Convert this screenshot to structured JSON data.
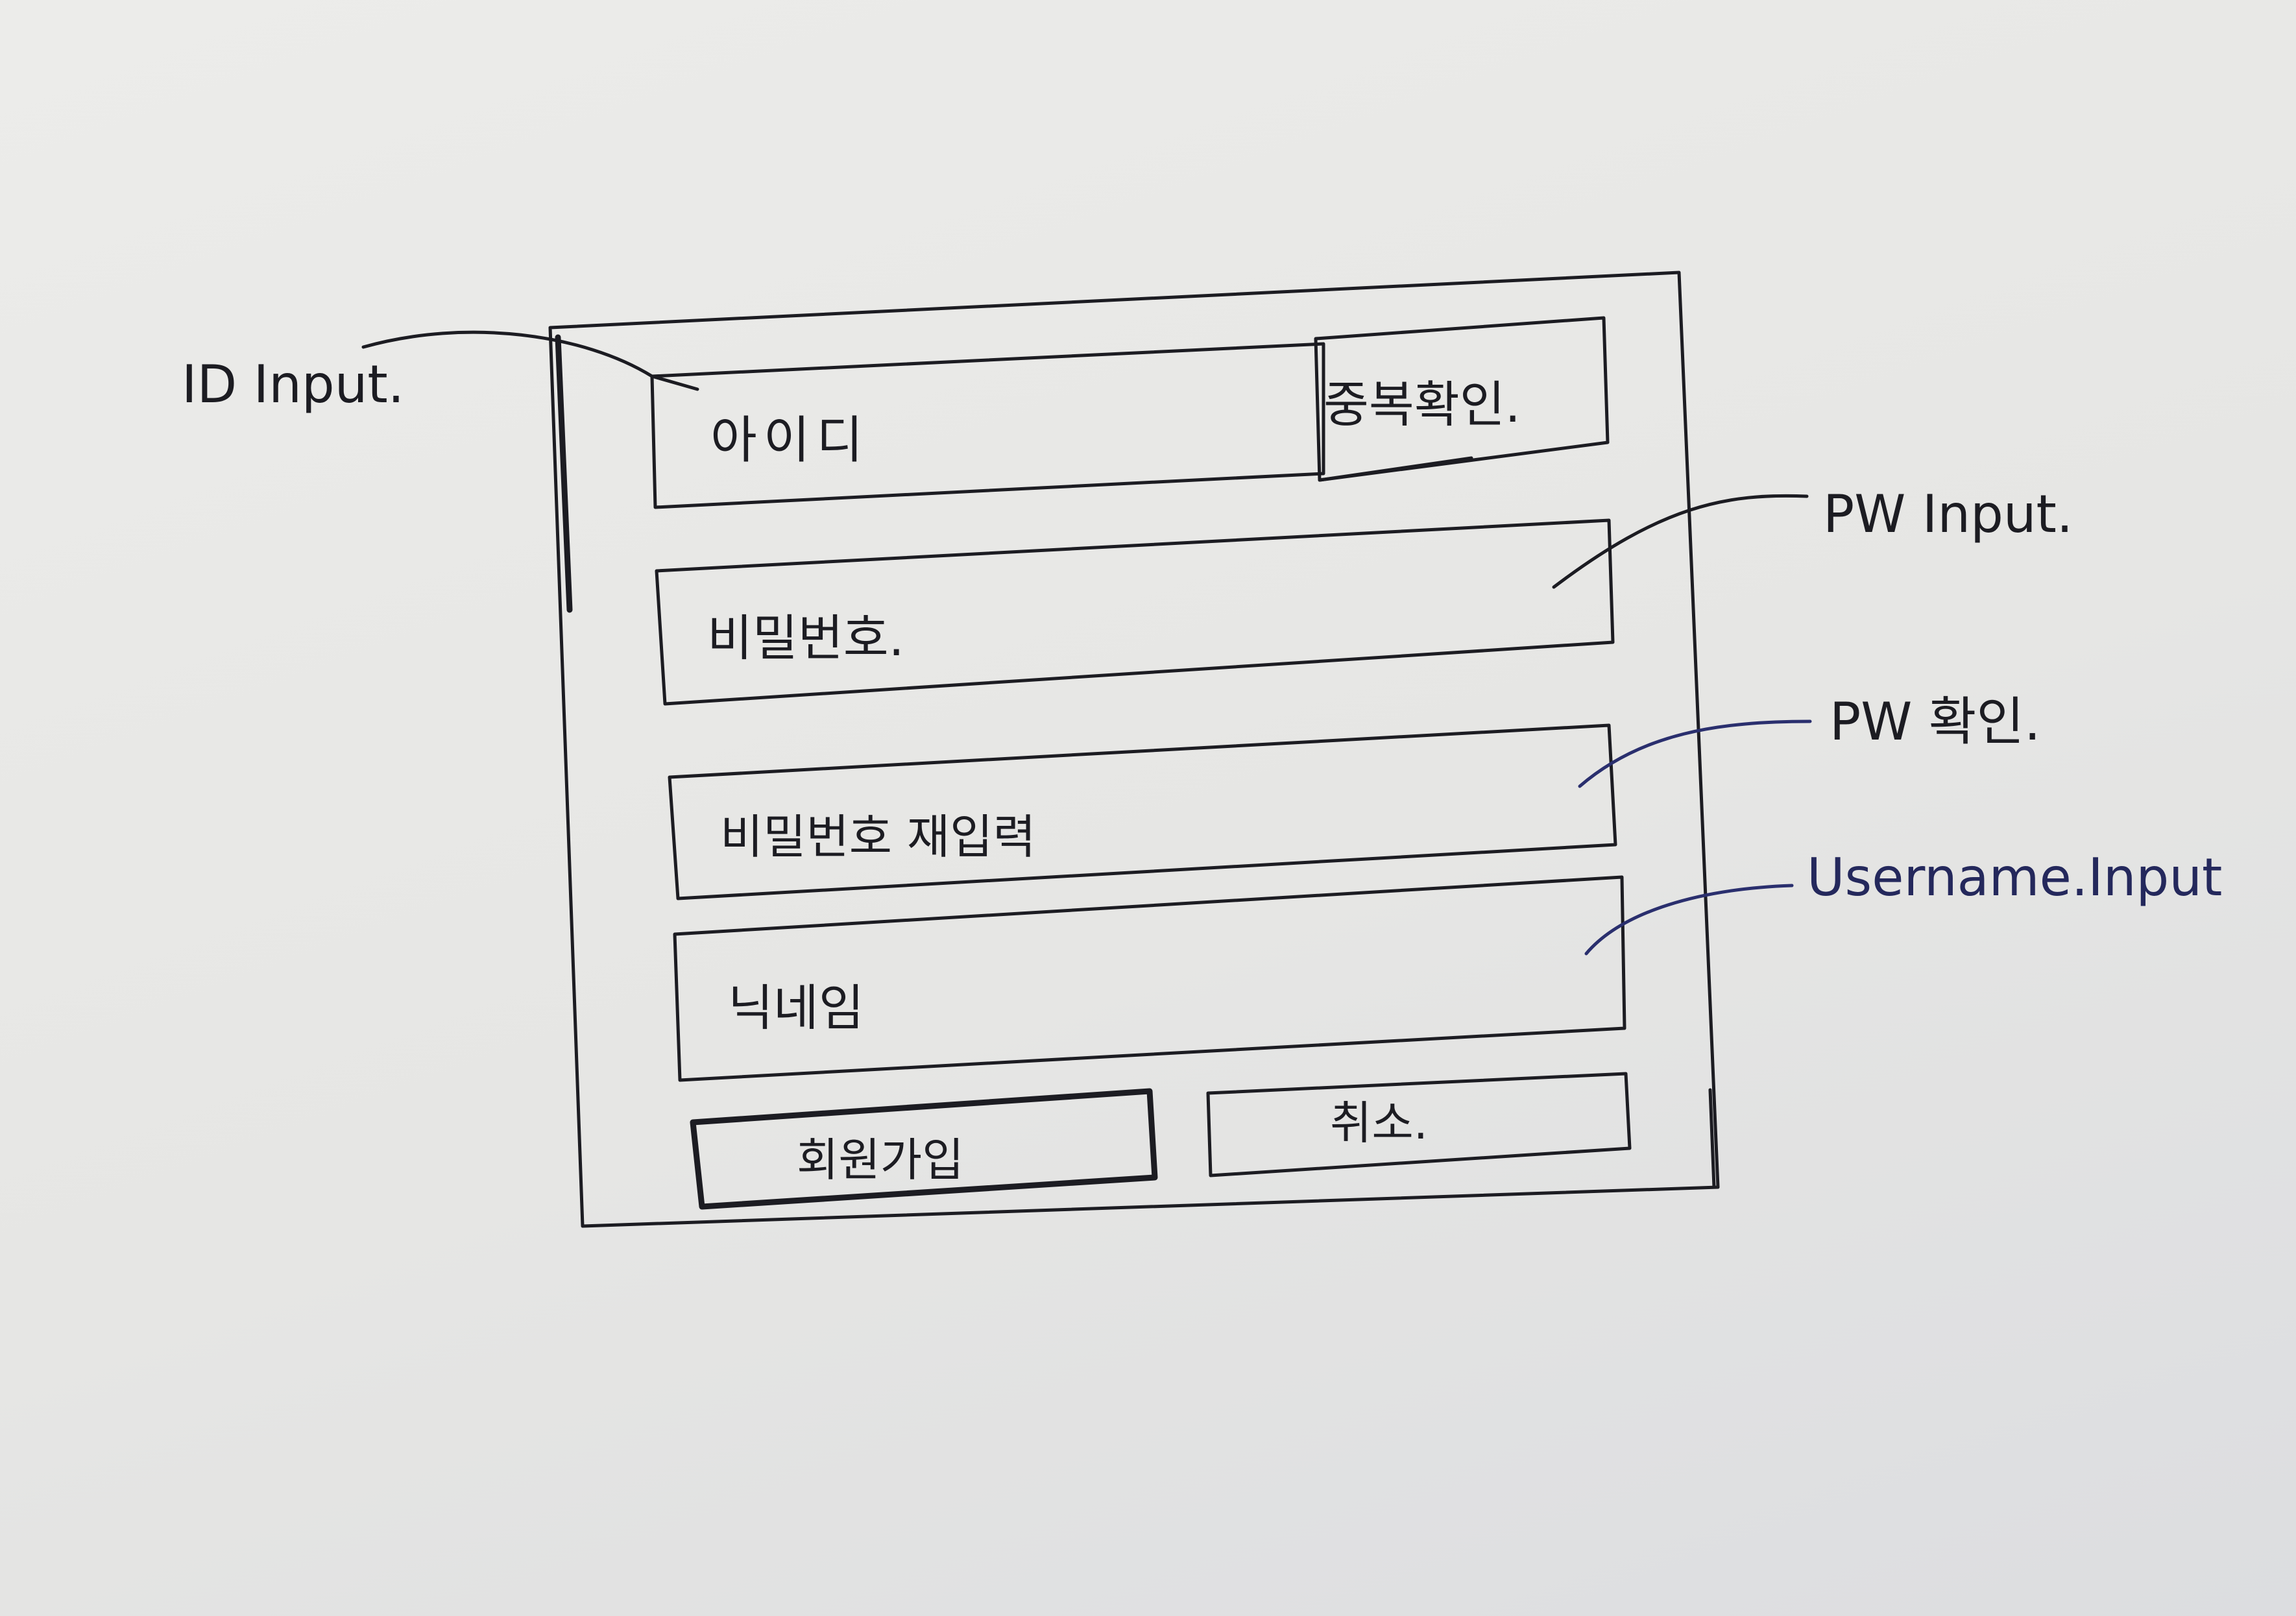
{
  "form": {
    "id_placeholder": "아이디",
    "check_duplicate_label": "중복확인.",
    "password_placeholder": "비밀번호.",
    "password_confirm_placeholder": "비밀번호 재입력",
    "nickname_placeholder": "닉네임",
    "signup_label": "회원가입",
    "cancel_label": "취소."
  },
  "annotations": {
    "id_input": "ID Input.",
    "pw_input": "PW Input.",
    "pw_confirm": "PW 확인.",
    "username_input": "Username.Input"
  },
  "colors": {
    "ink": "#1c1c22",
    "blue_ink": "#24285c",
    "paper": "#e8e8e6"
  }
}
